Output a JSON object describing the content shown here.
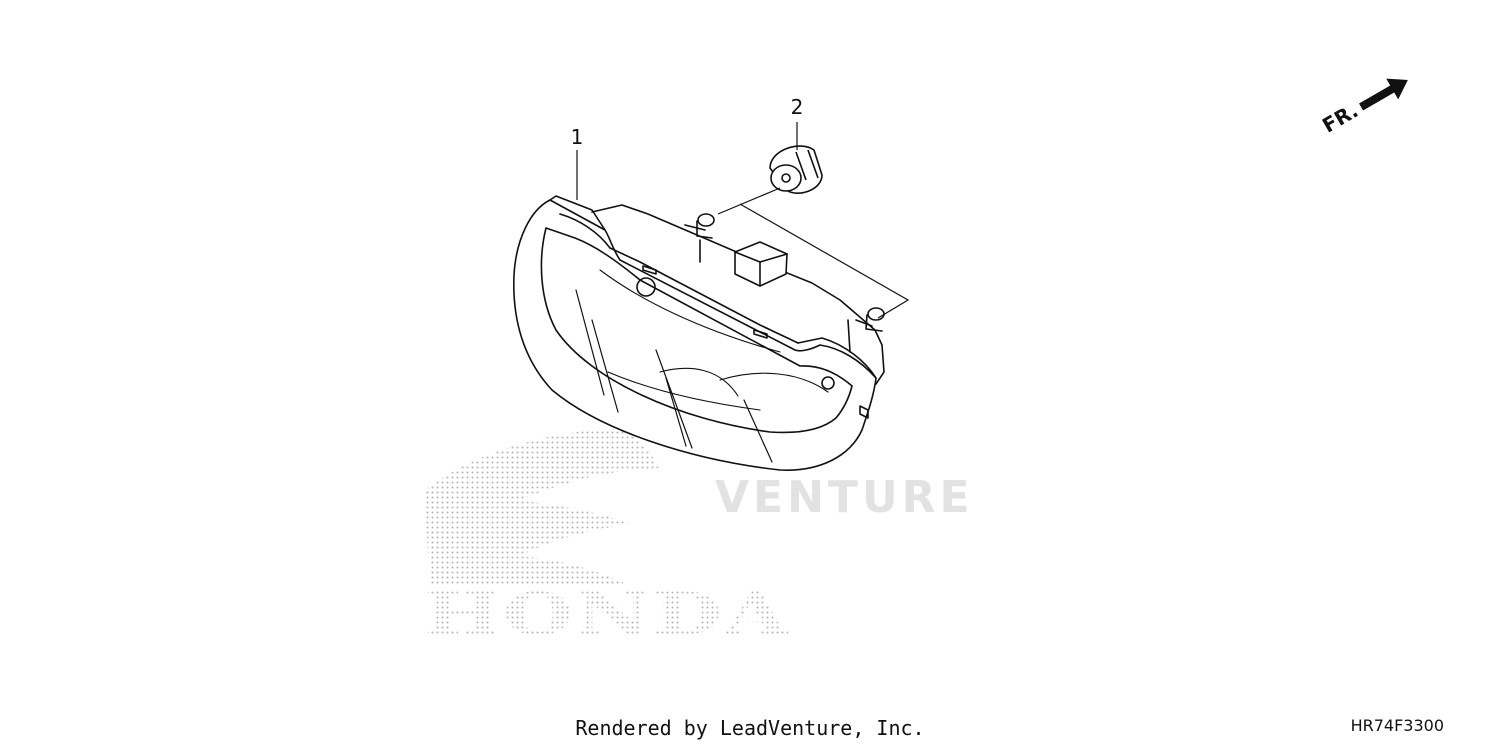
{
  "callouts": {
    "part_1": "1",
    "part_2": "2"
  },
  "direction_indicator": {
    "label": "FR.",
    "icon": "arrow-icon"
  },
  "watermark": {
    "word": "VENTURE",
    "brand": "HONDA",
    "color": "#e2e2e2"
  },
  "footer": {
    "credit": "Rendered by LeadVenture, Inc.",
    "diagram_code": "HR74F3300"
  }
}
